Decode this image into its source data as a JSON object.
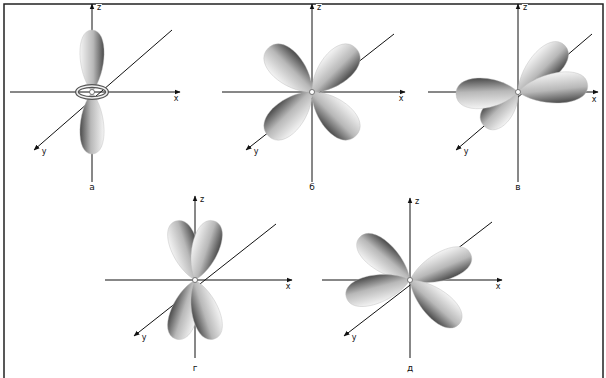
{
  "diagram": {
    "labels": [
      "z",
      "x",
      "y",
      "а",
      "z",
      "x",
      "y",
      "б",
      "z",
      "x",
      "y",
      "в",
      "z",
      "x",
      "y",
      "г",
      "z",
      "x",
      "y",
      "д"
    ]
  }
}
